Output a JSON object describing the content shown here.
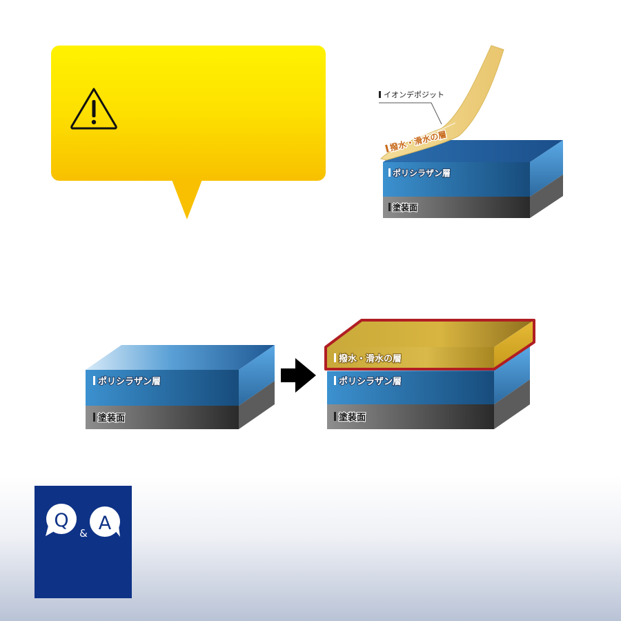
{
  "callout": {
    "icon": "warning-triangle-icon",
    "color_top": "#fff200",
    "color_bottom": "#f8c000"
  },
  "diagram_top": {
    "ion_deposit_label": "イオンデポジット",
    "water_layer_label": "撥水・滑水の層",
    "polysilazane_label": "ポリシラザン層",
    "paint_label": "塗装面"
  },
  "diagram_before": {
    "polysilazane_label": "ポリシラザン層",
    "paint_label": "塗装面"
  },
  "diagram_after": {
    "water_layer_label": "撥水・滑水の層",
    "polysilazane_label": "ポリシラザン層",
    "paint_label": "塗装面"
  },
  "arrow": {
    "icon": "right-arrow-icon"
  },
  "qa_badge": {
    "q_text": "Q",
    "amp_text": "&",
    "a_text": "A",
    "color": "#0e3286"
  }
}
